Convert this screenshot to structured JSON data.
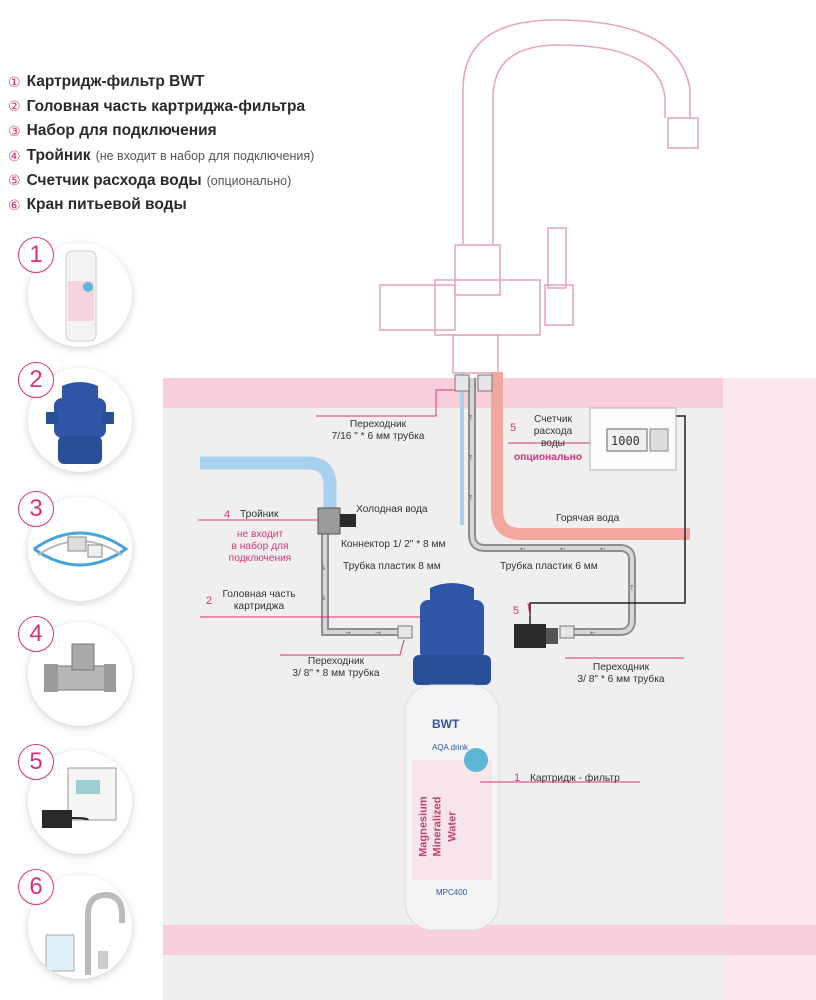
{
  "legend": [
    {
      "num": "①",
      "label": "Картридж-фильтр BWT",
      "note": ""
    },
    {
      "num": "②",
      "label": "Головная часть картриджа-фильтра",
      "note": ""
    },
    {
      "num": "③",
      "label": "Набор для подключения",
      "note": ""
    },
    {
      "num": "④",
      "label": "Тройник",
      "note": "(не входит в набор для подключения)"
    },
    {
      "num": "⑤",
      "label": "Счетчик расхода воды",
      "note": "(опционально)"
    },
    {
      "num": "⑥",
      "label": "Кран питьевой воды",
      "note": ""
    }
  ],
  "thumbnails": [
    {
      "num": "1",
      "icon": "filter-cartridge-icon"
    },
    {
      "num": "2",
      "icon": "filter-head-icon"
    },
    {
      "num": "3",
      "icon": "connection-kit-icon"
    },
    {
      "num": "4",
      "icon": "tee-fitting-icon"
    },
    {
      "num": "5",
      "icon": "water-meter-icon"
    },
    {
      "num": "6",
      "icon": "drinking-tap-icon"
    }
  ],
  "labels": {
    "adapter_top_1": "Переходник",
    "adapter_top_2": "7/16 \" * 6 мм трубка",
    "meter_num": "5",
    "meter_1": "Счетчик",
    "meter_2": "расхода",
    "meter_3": "воды",
    "meter_optional": "опционально",
    "meter_display": "1000",
    "cold_water": "Холодная вода",
    "hot_water": "Горячая вода",
    "tee_num": "4",
    "tee_label": "Тройник",
    "tee_note_1": "не входит",
    "tee_note_2": "в набор для",
    "tee_note_3": "подключения",
    "connector": "Коннектор 1/  2\" * 8 мм",
    "tube_plastic_8": "Трубка пластик 8 мм",
    "tube_plastic_6": "Трубка пластик 6 мм",
    "head_num": "2",
    "head_1": "Головная часть",
    "head_2": "картриджа",
    "meter_small_num": "5",
    "adapter_left_1": "Переходник",
    "adapter_left_2": "3/ 8\" * 8 мм трубка",
    "adapter_right_1": "Переходник",
    "adapter_right_2": "3/ 8\" * 6 мм трубка",
    "cartridge_num": "1",
    "cartridge_label": "Картридж - фильтр"
  },
  "cartridge_print": {
    "brand": "BWT",
    "product": "AQA drink",
    "line1": "Magnesium",
    "line2": "Mineralized",
    "line3": "Water",
    "model": "MPC400"
  },
  "colors": {
    "accent": "#d8337a",
    "pink_band": "#f9cfdc",
    "cold_pipe": "#a8d0ef",
    "hot_pipe": "#f2a69e",
    "cap_blue": "#2f56a6",
    "tap_outline": "#e8a6c0"
  }
}
